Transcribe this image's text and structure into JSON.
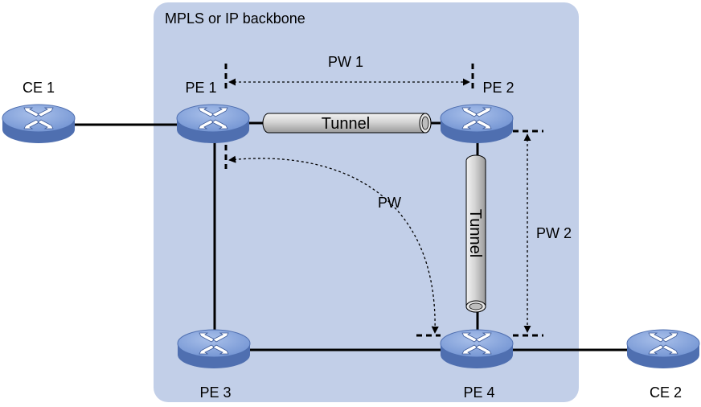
{
  "backbone": {
    "label": "MPLS or IP backbone",
    "fill": "#c2cfe8"
  },
  "nodes": {
    "ce1": {
      "label": "CE 1",
      "icon": "router-icon"
    },
    "pe1": {
      "label": "PE 1",
      "icon": "router-icon"
    },
    "pe2": {
      "label": "PE 2",
      "icon": "router-icon"
    },
    "pe3": {
      "label": "PE 3",
      "icon": "router-icon"
    },
    "pe4": {
      "label": "PE 4",
      "icon": "router-icon"
    },
    "ce2": {
      "label": "CE 2",
      "icon": "router-icon"
    }
  },
  "pseudowires": {
    "pw1": "PW 1",
    "pw2": "PW 2",
    "pw": "PW"
  },
  "tunnels": {
    "horizontal": "Tunnel",
    "vertical": "Tunnel"
  },
  "colors": {
    "router_top": "#7f9ed6",
    "router_side": "#5a7cc0",
    "tunnel": "#c8c8c8"
  }
}
